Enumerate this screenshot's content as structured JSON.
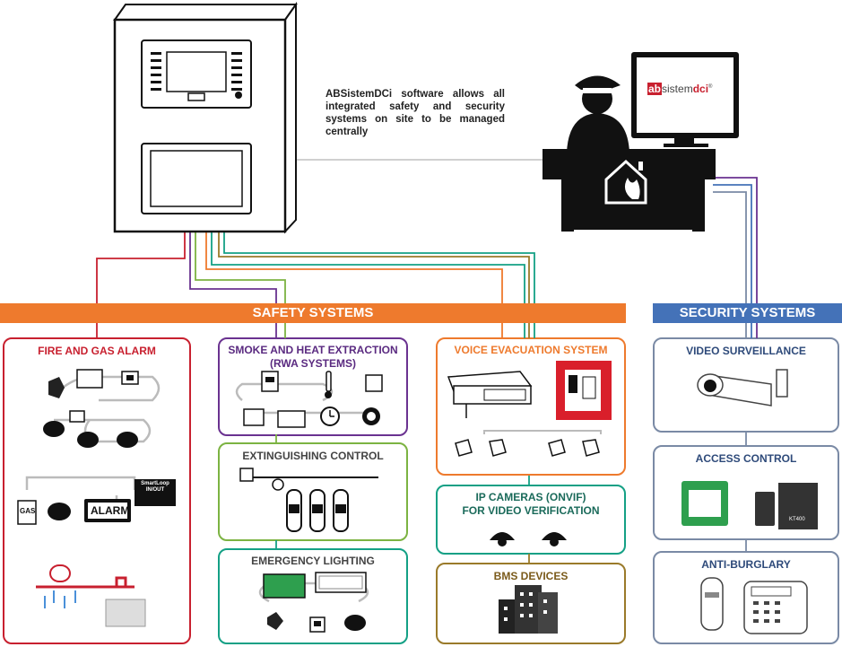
{
  "description_text": "ABSistemDCi software allows all integrated safety and security systems on site to be managed centrally",
  "monitor_logo": {
    "prefix": "ab",
    "word1": "sistem",
    "word2": "dci",
    "mark": "®"
  },
  "bands": {
    "safety": "SAFETY SYSTEMS",
    "security": "SECURITY SYSTEMS"
  },
  "panels": {
    "fire_gas": "FIRE AND GAS ALARM",
    "smoke_heat": "SMOKE AND HEAT EXTRACTION",
    "smoke_heat_sub": "(RWA SYSTEMS)",
    "extinguishing": "EXTINGUISHING CONTROL",
    "emergency": "EMERGENCY LIGHTING",
    "voice": "VOICE EVACUATION SYSTEM",
    "ip_cameras": "IP CAMERAS (ONVIF)",
    "ip_cameras_sub": "FOR VIDEO VERIFICATION",
    "bms": "BMS DEVICES",
    "video": "VIDEO SURVEILLANCE",
    "access": "ACCESS CONTROL",
    "burglary": "ANTI-BURGLARY"
  },
  "device_labels": {
    "gas": "GAS",
    "alarm": "ALARM",
    "smartloop1": "SmartLoop",
    "smartloop2": "IN/OUT",
    "kt400": "KT400"
  },
  "colors": {
    "safety_band": "#ee7a2d",
    "security_band": "#4472b8",
    "fire": "#c8202f",
    "smoke": "#6a3290",
    "extinguish": "#7cb342",
    "emergency": "#14a085",
    "voice": "#ee7a2d",
    "ipcam": "#14a085",
    "bms": "#9a7a2a",
    "security": "#7a8aa5",
    "fire_text": "#c8202f",
    "smoke_text": "#5a2a80",
    "security_text": "#2e4a7a"
  }
}
